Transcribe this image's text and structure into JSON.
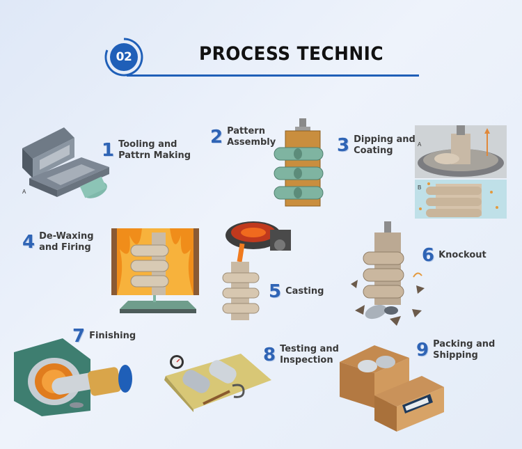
{
  "header": {
    "badge": "02",
    "title": "PROCESS TECHNIC"
  },
  "steps": [
    {
      "num": "1",
      "label": "Tooling and\nPattrn Making"
    },
    {
      "num": "2",
      "label": "Pattern\nAssembly"
    },
    {
      "num": "3",
      "label": "Dipping and\nCoating"
    },
    {
      "num": "4",
      "label": "De-Waxing\nand Firing"
    },
    {
      "num": "5",
      "label": "Casting"
    },
    {
      "num": "6",
      "label": "Knockout"
    },
    {
      "num": "7",
      "label": "Finishing"
    },
    {
      "num": "8",
      "label": "Testing and\nInspection"
    },
    {
      "num": "9",
      "label": "Packing and\nShipping"
    }
  ],
  "illustration_letters": {
    "a1": "A",
    "a3": "A",
    "b3": "B"
  },
  "colors": {
    "accent": "#1f5fb8",
    "number": "#2f64b5"
  }
}
